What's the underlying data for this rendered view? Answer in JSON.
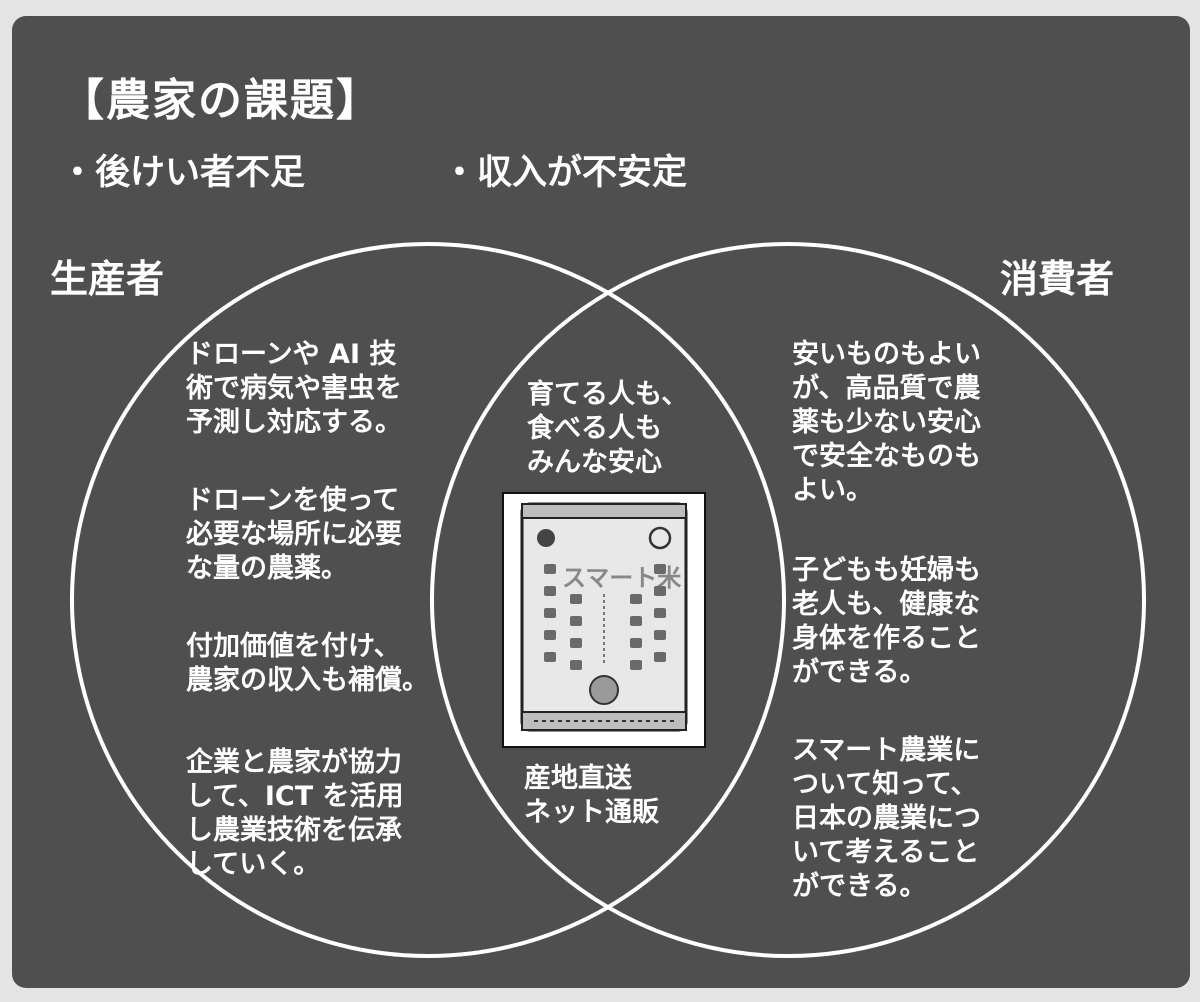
{
  "heading": {
    "title": "【農家の課題】",
    "issues": [
      "・後けい者不足",
      "・収入が不安定"
    ]
  },
  "sets": {
    "left_label": "生産者",
    "right_label": "消費者"
  },
  "producer_blocks": [
    [
      "ドローンや AI 技",
      "術で病気や害虫を",
      "予測し対応する。"
    ],
    [
      "ドローンを使って",
      "必要な場所に必要",
      "な量の農薬。"
    ],
    [
      "付加価値を付け、",
      "農家の収入も補償。"
    ],
    [
      "企業と農家が協力",
      "して、ICT を活用",
      "し農業技術を伝承",
      "していく。"
    ]
  ],
  "overlap": {
    "top_lines": [
      "育てる人も、",
      "食べる人も",
      "みんな安心"
    ],
    "bottom_lines": [
      "産地直送",
      "ネット通販"
    ],
    "package_text": "スマート米"
  },
  "consumer_blocks": [
    [
      "安いものもよい",
      "が、高品質で農",
      "薬も少ない安心",
      "で安全なものも",
      "よい。"
    ],
    [
      "子どもも妊婦も",
      "老人も、健康な",
      "身体を作ること",
      "ができる。"
    ],
    [
      "スマート農業に",
      "ついて知って、",
      "日本の農業につ",
      "いて考えること",
      "ができる。"
    ]
  ],
  "colors": {
    "background": "#4f4f4f",
    "outer": "#e4e4e4",
    "text": "#ffffff",
    "circle_stroke": "#ffffff"
  }
}
